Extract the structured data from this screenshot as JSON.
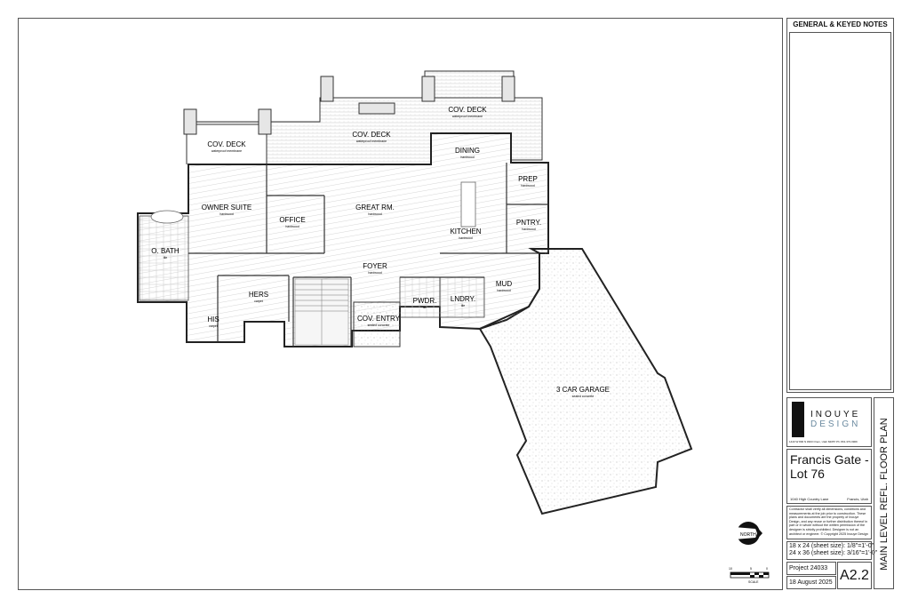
{
  "sheet": {
    "notes_heading": "GENERAL & KEYED NOTES",
    "firm": {
      "name_line1": "INOUYE",
      "name_line2": "DESIGN",
      "address": "1443 W 800 N #303 Orem, Utah 84057   Ph: 801.373.0909"
    },
    "project_title_line1": "Francis Gate -",
    "project_title_line2": "Lot 76",
    "site_address": "1040 High Country Lane",
    "site_city": "Francis, Utah",
    "disclaimer": "Contractor shall verify all dimensions, conditions and measurements at the job prior to construction. These plans and documents are the property of Inouye Design, and any reuse or further distribution thereof in part or in whole without the written permission of the designer is strictly prohibited. Designer is not an architect or engineer. © Copyright 2025 Inouye Design",
    "scale_18x24": "18 x 24 (sheet size): 1/8\"=1'-0\"",
    "scale_24x36": "24 x 36 (sheet size): 3/16\"=1'-0\"",
    "project_number": "Project 24033",
    "date": "18 August 2025",
    "sheet_number": "A2.2",
    "sheet_title": "MAIN LEVEL REFL. FLOOR PLAN",
    "north_label": "NORTH",
    "scale_label": "SCALE",
    "scale_ticks": [
      "10",
      "5",
      "0"
    ]
  },
  "rooms": [
    {
      "name": "COV. DECK",
      "finish": "waterproof membrane"
    },
    {
      "name": "COV. DECK",
      "finish": "waterproof membrane"
    },
    {
      "name": "COV. DECK",
      "finish": "waterproof membrane"
    },
    {
      "name": "DINING",
      "finish": "hardwood"
    },
    {
      "name": "PREP",
      "finish": "hardwood"
    },
    {
      "name": "OWNER SUITE",
      "finish": "hardwood"
    },
    {
      "name": "OFFICE",
      "finish": "hardwood"
    },
    {
      "name": "GREAT RM.",
      "finish": "hardwood"
    },
    {
      "name": "PNTRY.",
      "finish": "hardwood"
    },
    {
      "name": "KITCHEN",
      "finish": "hardwood"
    },
    {
      "name": "O. BATH",
      "finish": "tile"
    },
    {
      "name": "FOYER",
      "finish": "hardwood"
    },
    {
      "name": "HERS",
      "finish": "carpet"
    },
    {
      "name": "MUD",
      "finish": "hardwood"
    },
    {
      "name": "PWDR.",
      "finish": "tile"
    },
    {
      "name": "LNDRY.",
      "finish": "tile"
    },
    {
      "name": "COV. ENTRY",
      "finish": "sealed concrete"
    },
    {
      "name": "HIS",
      "finish": "carpet"
    },
    {
      "name": "3 CAR GARAGE",
      "finish": "sealed concrete"
    }
  ],
  "colors": {
    "line": "#222222",
    "hatch": "#bdbdbd",
    "border": "#555555"
  }
}
